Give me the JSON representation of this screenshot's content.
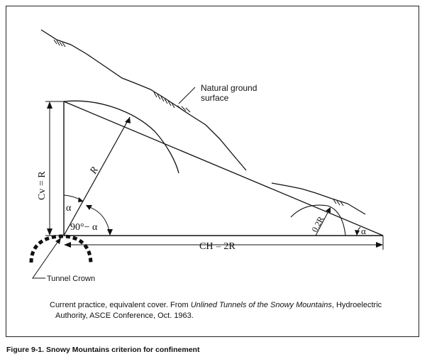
{
  "labels": {
    "natural_ground_1": "Natural ground",
    "natural_ground_2": "surface",
    "cv": "Cv = R",
    "r": "R",
    "alpha": "α",
    "ninety_minus_alpha": "90°− α",
    "ch": "CH = 2R",
    "point_two_r": "0.2R",
    "tunnel_crown": "Tunnel Crown"
  },
  "caption": {
    "before_italic": "Current practice, equivalent cover. From ",
    "italic": "Unlined Tunnels of the Snowy Mountains",
    "after_italic": ", Hydroelectric",
    "line2": "Authority, ASCE Conference, Oct. 1963."
  },
  "figure_title": "Figure 9-1.  Snowy Mountains criterion for confinement"
}
